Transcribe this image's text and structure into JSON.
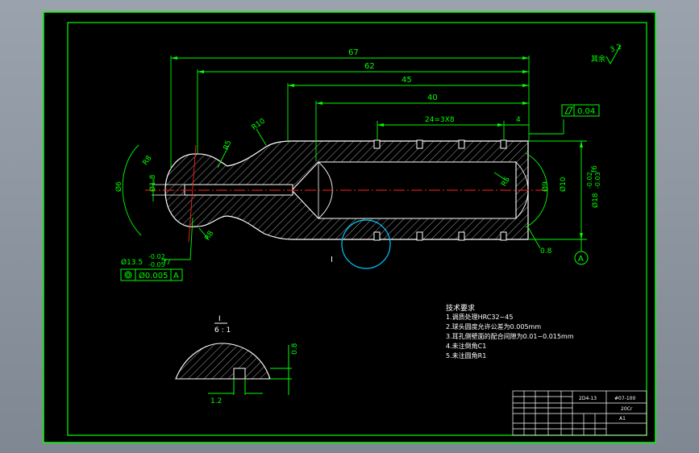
{
  "colors": {
    "background": "#000000",
    "frame": "#00ff00",
    "outline": "#ffffff",
    "dim": "#00ff00",
    "centerline": "#ff2020",
    "circle": "#00c8ff",
    "hatch": "#9a9a9a"
  },
  "dimensions": {
    "d67": "67",
    "d62": "62",
    "d45": "45",
    "d40": "40",
    "d24": "24=3X8",
    "d4": "4",
    "r5": "R5",
    "r10": "R10",
    "r8": "R8",
    "r5b": "R5",
    "r8b": "R8",
    "phi6": "Ø6",
    "phi1_8": "Ø1.8",
    "phi9": "Ø9",
    "phi10": "Ø10",
    "phi18": "Ø18",
    "phi18_tol_up": "-0.02",
    "phi18_tol_low": "-0.03",
    "phi18_fit": "f6",
    "phi13": "Ø13.5",
    "phi13_tol_up": "-0.02",
    "phi13_tol_low": "-0.05",
    "phi13_fit": "f7",
    "detail_0_8": "0.8",
    "detail_1_2": "1.2",
    "roughness_main": "0.8"
  },
  "tolerance_frames": {
    "cylindricity_value": "0.04",
    "coaxiality_value": "Ø0.005",
    "coaxiality_datum": "A",
    "datum_label": "A"
  },
  "roughness_note": {
    "prefix": "其余",
    "value": "3.2"
  },
  "detail": {
    "label": "I",
    "label_top": "I",
    "scale": "6 : 1"
  },
  "tech_requirements": {
    "title": "技术要求",
    "lines": [
      "1.调质处理HRC32~45",
      "2.球头圆度允许公差为0.005mm",
      "3.耳孔侧壁面的配合间隙为0.01~0.015mm",
      "4.未注倒角C1",
      "5.未注圆角R1"
    ]
  },
  "title_block": {
    "part_name": "2D4-13",
    "drawing_no": "#07-100",
    "material": "20Cr",
    "scale_cell": "A1"
  }
}
